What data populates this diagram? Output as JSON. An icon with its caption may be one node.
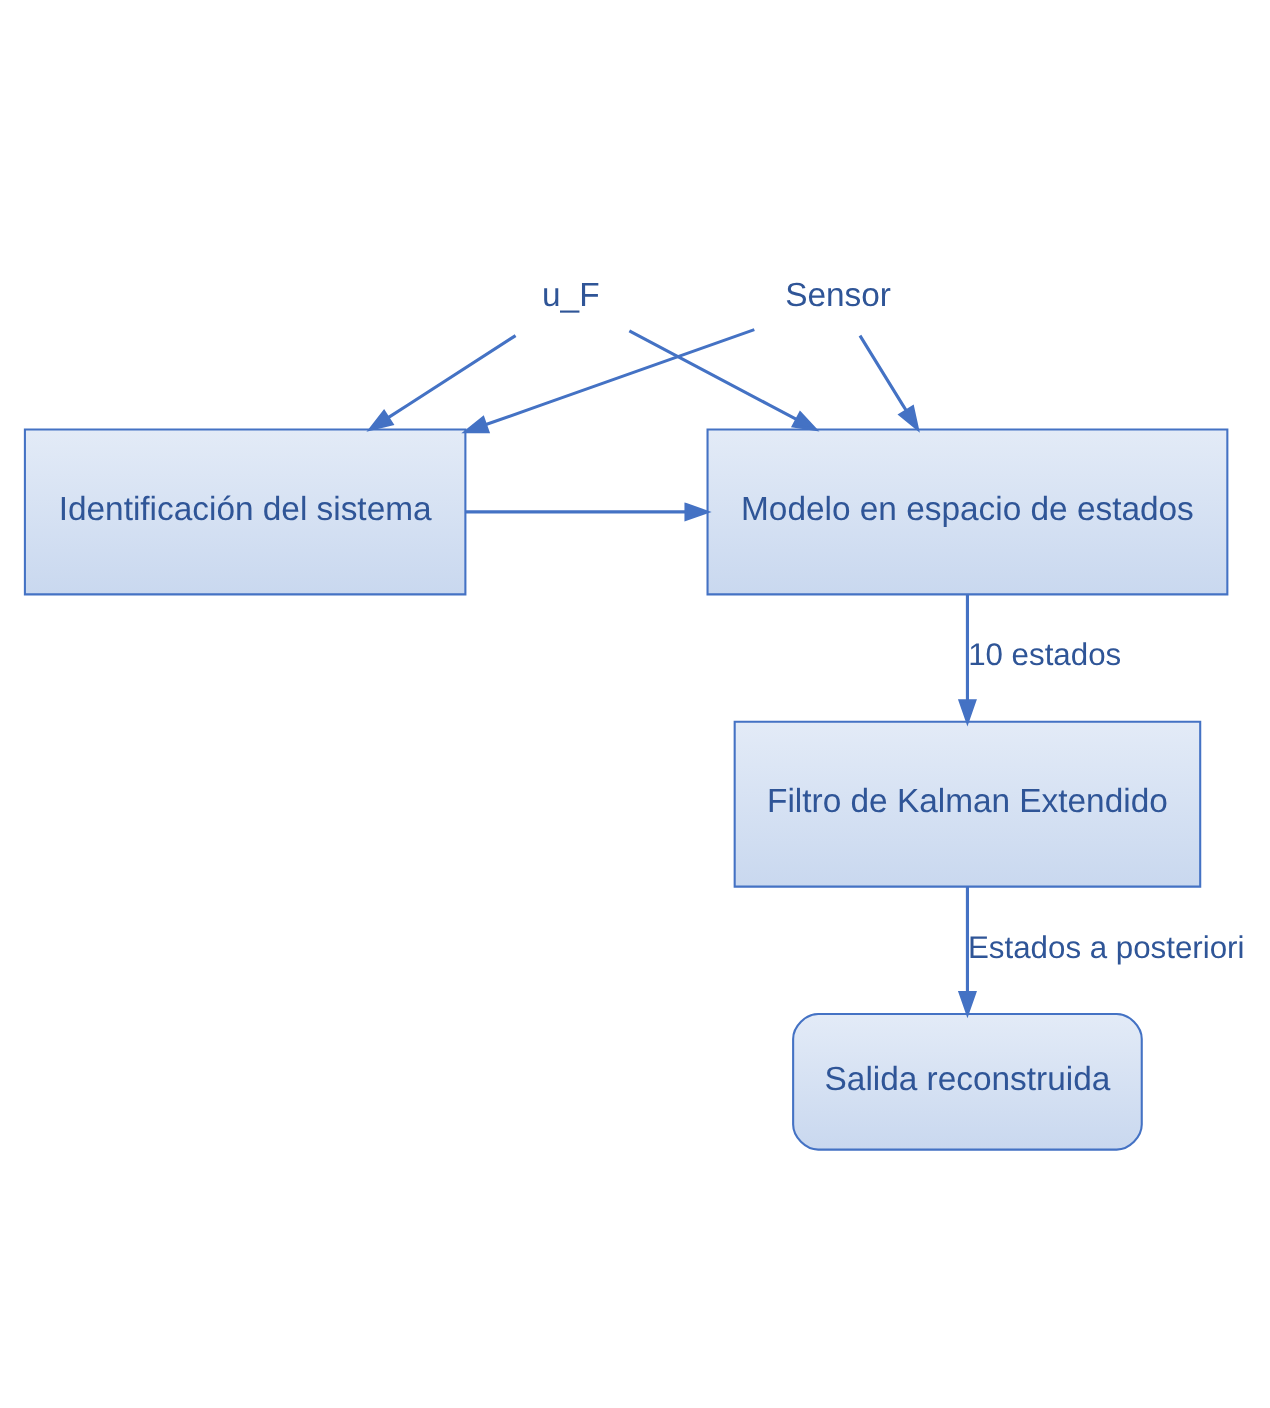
{
  "diagram": {
    "nodes": [
      {
        "text": [
          "u_F"
        ]
      },
      {
        "text": [
          "Sensor"
        ]
      },
      {
        "text": [
          "Identificación del sistema"
        ]
      },
      {
        "text": [
          "Modelo en espacio de estados"
        ]
      },
      {
        "text": [
          "Filtro de Kalman Extendido"
        ]
      },
      {
        "text": [
          "Salida reconstruida"
        ]
      }
    ],
    "edges": [
      {
        "from": 0,
        "to": 2,
        "arrow": "to"
      },
      {
        "from": 0,
        "to": 3,
        "arrow": "to"
      },
      {
        "from": 1,
        "to": 2,
        "arrow": "to"
      },
      {
        "from": 1,
        "to": 3,
        "arrow": "to"
      },
      {
        "from": 2,
        "to": 3,
        "arrow": "to"
      },
      {
        "from": 3,
        "to": 4,
        "label": "10 estados",
        "arrow": "to"
      },
      {
        "from": 4,
        "to": 5,
        "label": "Estados a posteriori",
        "arrow": "to"
      }
    ]
  }
}
